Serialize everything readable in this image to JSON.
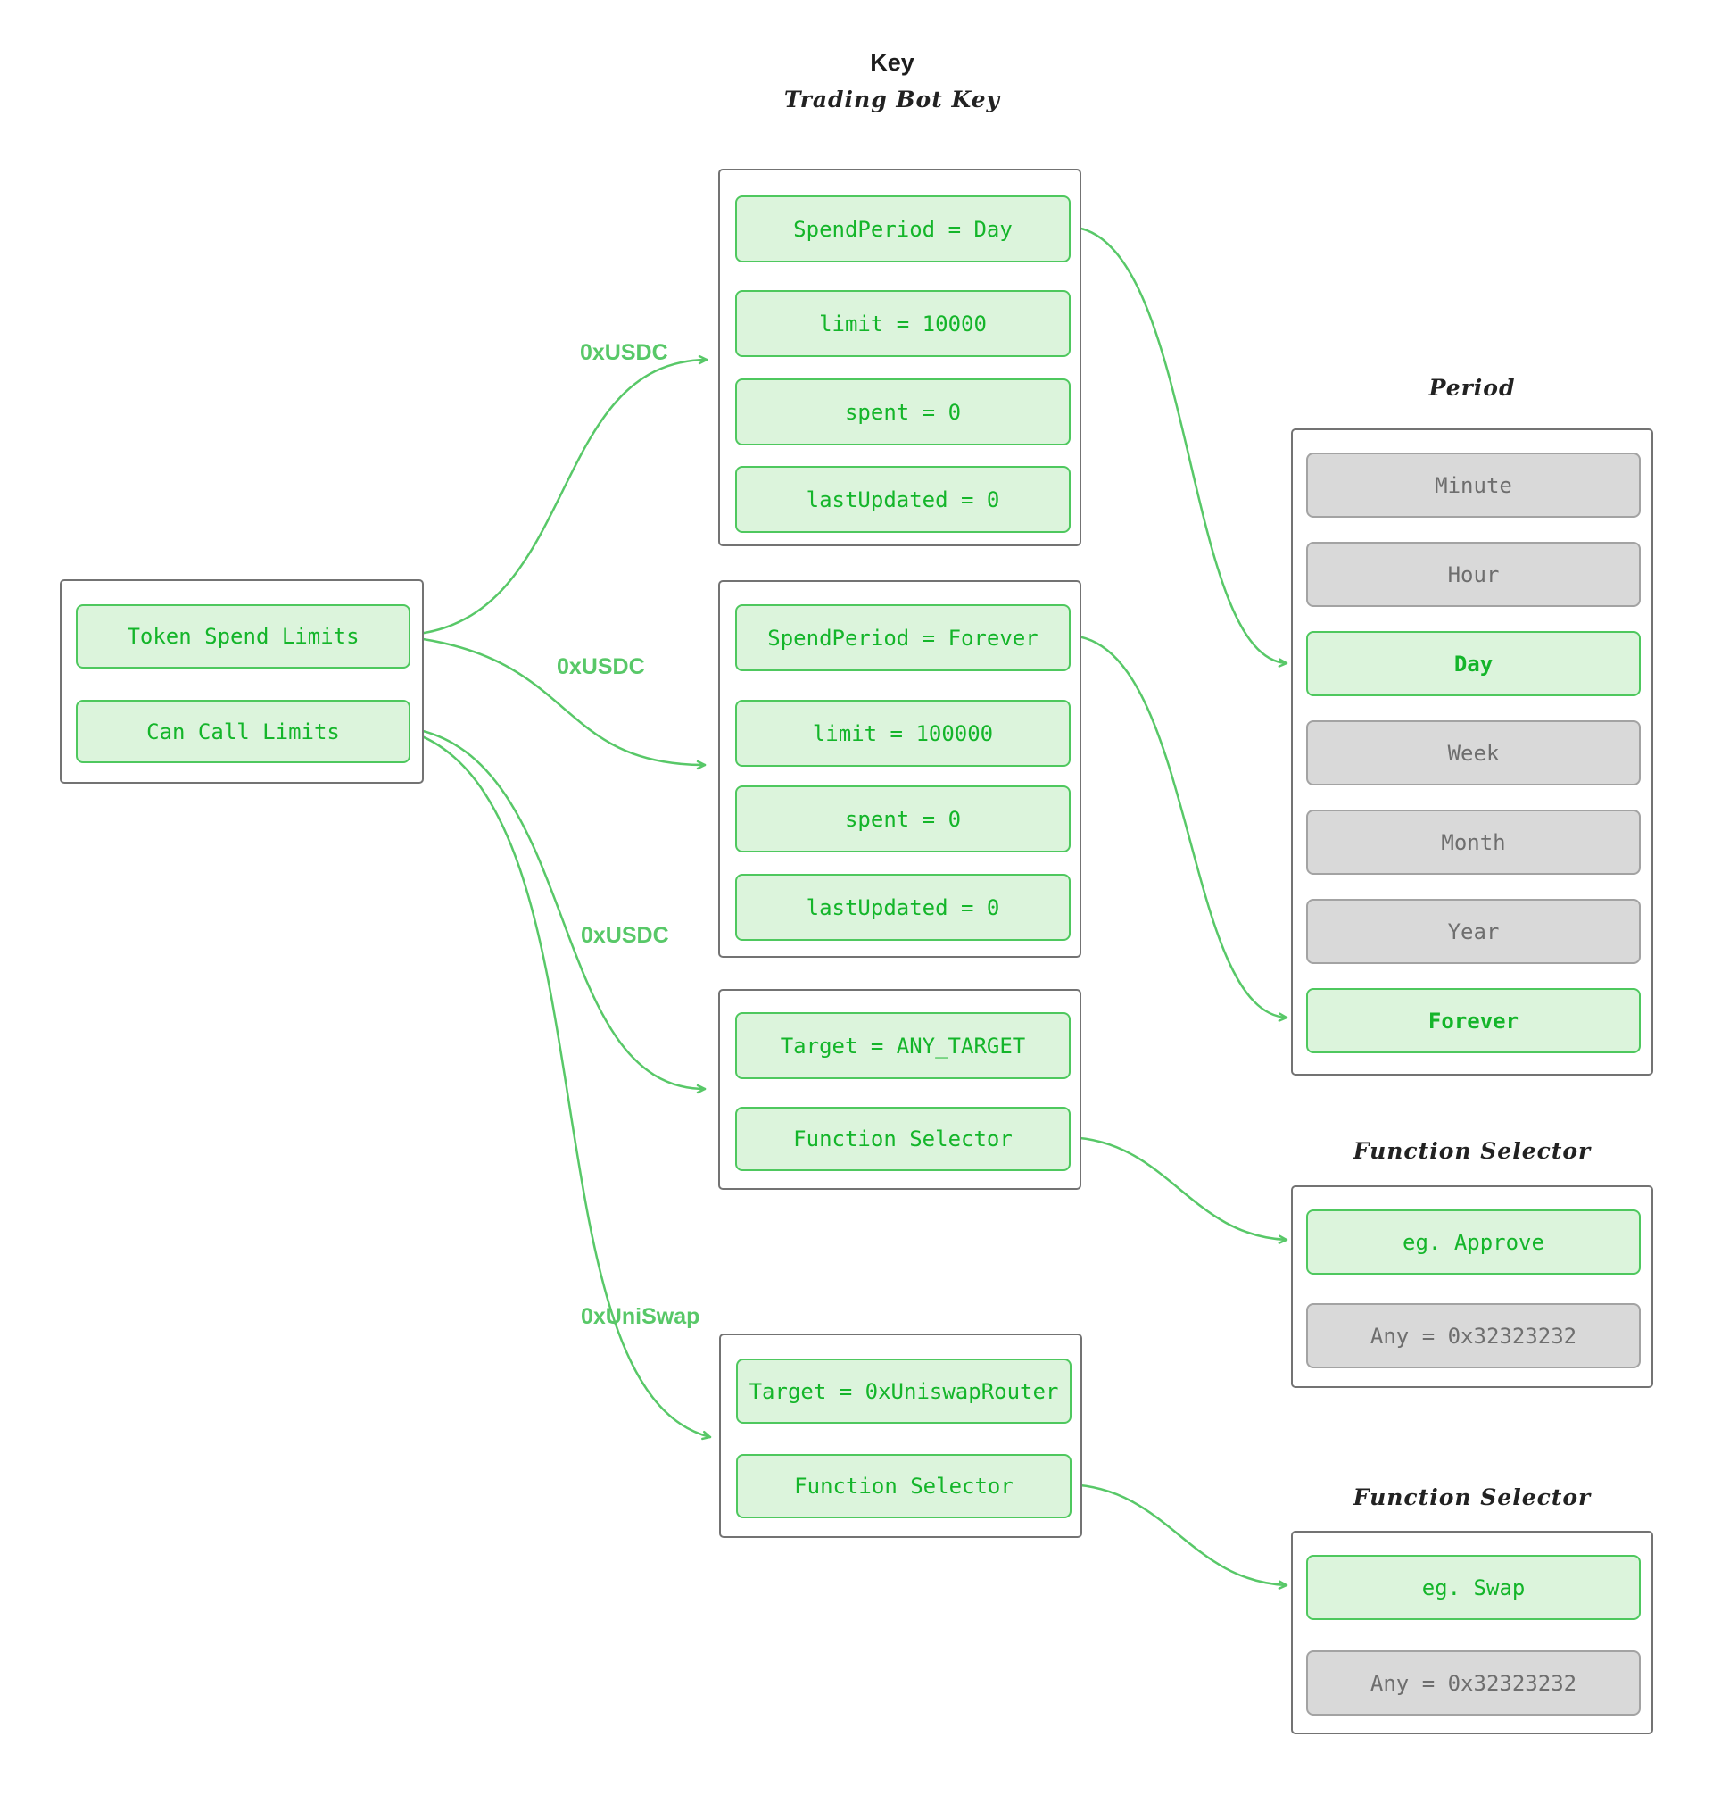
{
  "title": {
    "main": "Key",
    "subtitle": "Trading Bot Key"
  },
  "key_box": {
    "items": [
      {
        "label": "Token Spend Limits"
      },
      {
        "label": "Can Call Limits"
      }
    ]
  },
  "edges": {
    "labels": [
      {
        "text": "0xUSDC"
      },
      {
        "text": "0xUSDC"
      },
      {
        "text": "0xUSDC"
      },
      {
        "text": "0xUniSwap"
      }
    ]
  },
  "spend_limit_day": {
    "rows": [
      {
        "label": "SpendPeriod = Day"
      },
      {
        "label": "limit = 10000"
      },
      {
        "label": "spent = 0"
      },
      {
        "label": "lastUpdated = 0"
      }
    ]
  },
  "spend_limit_forever": {
    "rows": [
      {
        "label": "SpendPeriod = Forever"
      },
      {
        "label": "limit = 100000"
      },
      {
        "label": "spent = 0"
      },
      {
        "label": "lastUpdated = 0"
      }
    ]
  },
  "call_limit_any": {
    "rows": [
      {
        "label": "Target = ANY_TARGET"
      },
      {
        "label": "Function Selector"
      }
    ]
  },
  "call_limit_uniswap": {
    "rows": [
      {
        "label": "Target = 0xUniswapRouter"
      },
      {
        "label": "Function Selector"
      }
    ]
  },
  "period_panel": {
    "title": "Period",
    "items": [
      {
        "label": "Minute",
        "state": "inactive"
      },
      {
        "label": "Hour",
        "state": "inactive"
      },
      {
        "label": "Day",
        "state": "selected"
      },
      {
        "label": "Week",
        "state": "inactive"
      },
      {
        "label": "Month",
        "state": "inactive"
      },
      {
        "label": "Year",
        "state": "inactive"
      },
      {
        "label": "Forever",
        "state": "selected"
      }
    ]
  },
  "function_selector_top": {
    "title": "Function Selector",
    "items": [
      {
        "label": "eg. Approve",
        "state": "selected"
      },
      {
        "label": "Any = 0x32323232",
        "state": "inactive"
      }
    ]
  },
  "function_selector_bottom": {
    "title": "Function Selector",
    "items": [
      {
        "label": "eg. Swap",
        "state": "selected"
      },
      {
        "label": "Any = 0x32323232",
        "state": "inactive"
      }
    ]
  },
  "colors": {
    "green_border": "#4ec85e",
    "green_fill": "#dcf4dc",
    "green_text": "#14b52a",
    "edge_green": "#58c868",
    "gray_border": "#a3a3a3",
    "gray_fill": "#d9d9d9",
    "gray_text": "#6e6e6e",
    "outer_border": "#737373"
  }
}
